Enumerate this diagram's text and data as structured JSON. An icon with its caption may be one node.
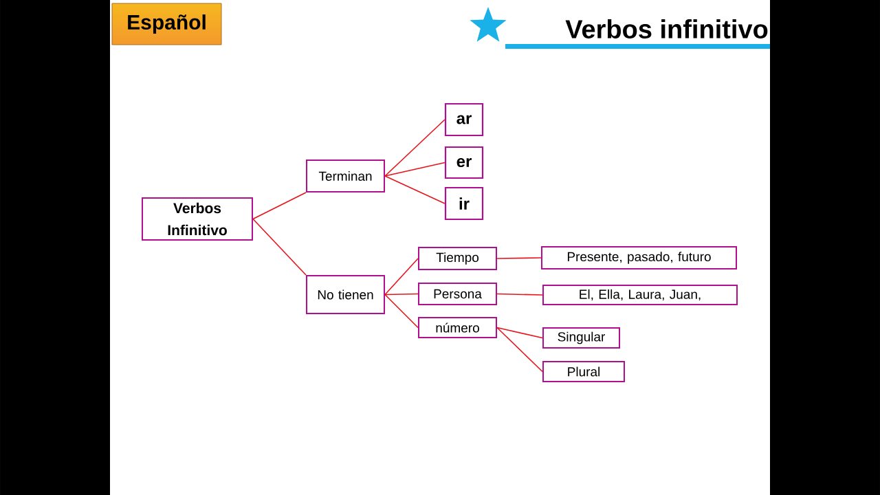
{
  "diagram": {
    "title": "Verbos infinitivo",
    "nodes": [
      {
        "text": [
          "Español"
        ]
      },
      {
        "text": [
          "Verbos Infinitivo"
        ]
      },
      {
        "text": [
          "Terminan"
        ]
      },
      {
        "text": [
          "No tienen"
        ]
      },
      {
        "text": [
          "ar"
        ]
      },
      {
        "text": [
          "er"
        ]
      },
      {
        "text": [
          "ir"
        ]
      },
      {
        "text": [
          "Tiempo"
        ]
      },
      {
        "text": [
          "Persona"
        ]
      },
      {
        "text": [
          "número"
        ]
      },
      {
        "text": [
          "Presente, pasado, futuro"
        ]
      },
      {
        "text": [
          "El, Ella, Laura, Juan,"
        ]
      },
      {
        "text": [
          "Singular"
        ]
      },
      {
        "text": [
          "Plural"
        ]
      }
    ],
    "edges": [
      {
        "from": 1,
        "to": 2,
        "arrow": "none"
      },
      {
        "from": 1,
        "to": 3,
        "arrow": "none"
      },
      {
        "from": 2,
        "to": 4,
        "arrow": "none"
      },
      {
        "from": 2,
        "to": 5,
        "arrow": "none"
      },
      {
        "from": 2,
        "to": 6,
        "arrow": "none"
      },
      {
        "from": 3,
        "to": 7,
        "arrow": "none"
      },
      {
        "from": 3,
        "to": 8,
        "arrow": "none"
      },
      {
        "from": 3,
        "to": 9,
        "arrow": "none"
      },
      {
        "from": 7,
        "to": 10,
        "arrow": "none"
      },
      {
        "from": 8,
        "to": 11,
        "arrow": "none"
      },
      {
        "from": 9,
        "to": 12,
        "arrow": "none"
      },
      {
        "from": 9,
        "to": 13,
        "arrow": "none"
      }
    ]
  }
}
